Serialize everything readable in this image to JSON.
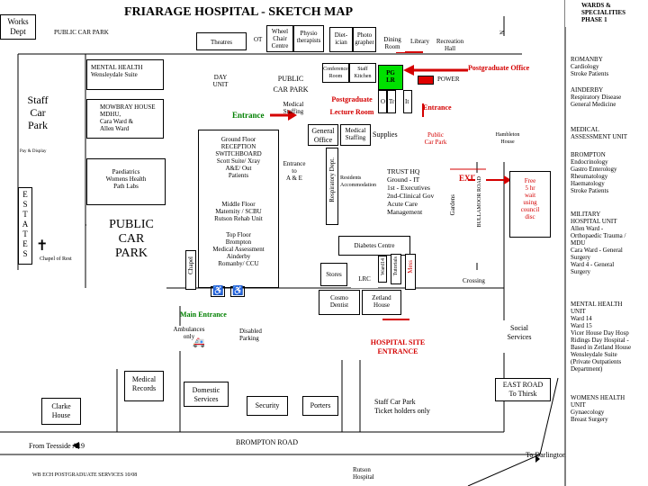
{
  "title": "FRIARAGE HOSPITAL - SKETCH MAP",
  "header": {
    "works_dept": "Works\nDept",
    "public_car_park_top": "PUBLIC CAR PARK",
    "theatres": "Theatres",
    "ot": "OT",
    "wheelchair_centre": "Wheel\nChair\nCentre",
    "physio": "Physio\ntherapists",
    "dietician": "Diet-\nician",
    "photographer": "Photo\ngrapher",
    "dining": "Dining\nRoom",
    "library": "Library",
    "recreation": "Recreation\nHall",
    "north": "N",
    "wards_title": "WARDS &\nSPECIALITIES\nPHASE 1"
  },
  "left": {
    "mental_health": "MENTAL HEALTH\nWensleydale Suite",
    "staff_car_park": "Staff\nCar\nPark",
    "pay_display": "Pay & Display",
    "estates": "E\nS\nT\nA\nT\nE\nS",
    "chapel_of_rest": "Chapel of Rest",
    "mowbray": "MOWBRAY HOUSE\nMDHU,\nCara Ward &\nAllen Ward",
    "paediatrics": "Paediatrics\nWomens Health\nPath Labs",
    "public_car_park_big": "PUBLIC\nCAR\nPARK",
    "chapel": "Chapel"
  },
  "centre": {
    "day_unit": "DAY\nUNIT",
    "public_car_park_mid": "PUBLIC\nCAR PARK",
    "entrance_main_block": "Entrance",
    "medical_staffing": "Medical\nStaffing",
    "conference_room": "Conference\nRoom",
    "staff_kitchen": "Staff\nKitchen",
    "pg_lr": "PG\nLR",
    "postgrad_lecture": "Postgraduate\nLecture Room",
    "o_label": "O",
    "tr_label": "Tr",
    "it_label": "It",
    "general_office": "General\nOffice",
    "medical_staffing_2": "Medical\nStaffing",
    "supplies": "Supplies",
    "ground_floor": "Ground Floor\nRECEPTION\nSWITCHBOARD\nScott Suite/ Xray\nA&E/ Out\nPatients",
    "middle_floor": "Middle Floor\nMaternity / SCBU\nRutson Rehab Unit",
    "top_floor": "Top Floor\nBrompton\nMedical Assessment\nAinderby\nRomanby/ CCU",
    "entrance_to_ae": "Entrance\nto\nA & E",
    "respiratory": "Respiratory Dept.",
    "residents_acc": "Residents\nAccommodation",
    "trust_hq": "TRUST HQ\nGround - IT\n1st - Executives\n2nd-Clinical Gov\nAcute Care\nManagement",
    "diabetes": "Diabetes Centre",
    "stores": "Stores",
    "lrc": "LRC",
    "ward_14": "Ward14",
    "tutorials": "Tutorials",
    "mess": "Mess",
    "cosmo_dentist": "Cosmo\nDentist",
    "zetland": "Zetland\nHouse",
    "main_entrance": "Main Entrance",
    "ambulances": "Ambulances\nonly",
    "disabled": "Disabled\nParking",
    "hospital_site_entrance": "HOSPITAL SITE\nENTRANCE"
  },
  "right": {
    "postgraduate_office": "Postgraduate Office",
    "power": "POWER",
    "entrance_right": "Entrance",
    "public_car_park_red": "Public\nCar Park",
    "hambleton": "Hambleton\nHouse",
    "exit": "EXIT",
    "gardens": "Gardens",
    "bullamoor": "BULLAMOOR ROAD",
    "free_bus": "Free\n5 hr\nwait\nusing\ncouncil\ndisc",
    "crossing": "Crossing",
    "social_services": "Social\nServices",
    "east_road": "EAST ROAD\nTo Thirsk"
  },
  "bottom": {
    "medical_records": "Medical\nRecords",
    "domestic_services": "Domestic\nServices",
    "security": "Security",
    "porters": "Porters",
    "staff_car_park_tickets": "Staff Car Park\nTicket holders only",
    "clarke_house": "Clarke\nHouse",
    "from_teesside": "From Teesside A19",
    "brompton_road": "BROMPTON ROAD",
    "rutson_hospital": "Rutson\nHospital",
    "to_darlington": "To Darlington",
    "footer": "WB ECH POSTGRADUATE SERVICES 10/08"
  },
  "wards": [
    "ROMANBY\nCardiology\nStroke Patients",
    "AINDERBY\nRespiratory Disease\nGeneral Medicine",
    "MEDICAL\nASSESSMENT UNIT",
    "BROMPTON\nEndocrinology\nGastro Enterology\nRheumatology\nHaematology\nStroke Patients",
    "MILITARY\nHOSPITAL UNIT\nAllen Ward -\nOrthopaedic Trauma /\nMDU\nCara Ward - General\nSurgery\nWard 4 - General\nSurgery",
    "MENTAL HEALTH\nUNIT\nWard 14\nWard 15\nVicer House Day Hosp\nRidings Day Hospital -\nBased in Zetland House\nWensleydale Suite\n(Private Outpatients\nDepartment)",
    "WOMENS HEALTH\nUNIT\nGynaecology\nBreast Surgery"
  ]
}
